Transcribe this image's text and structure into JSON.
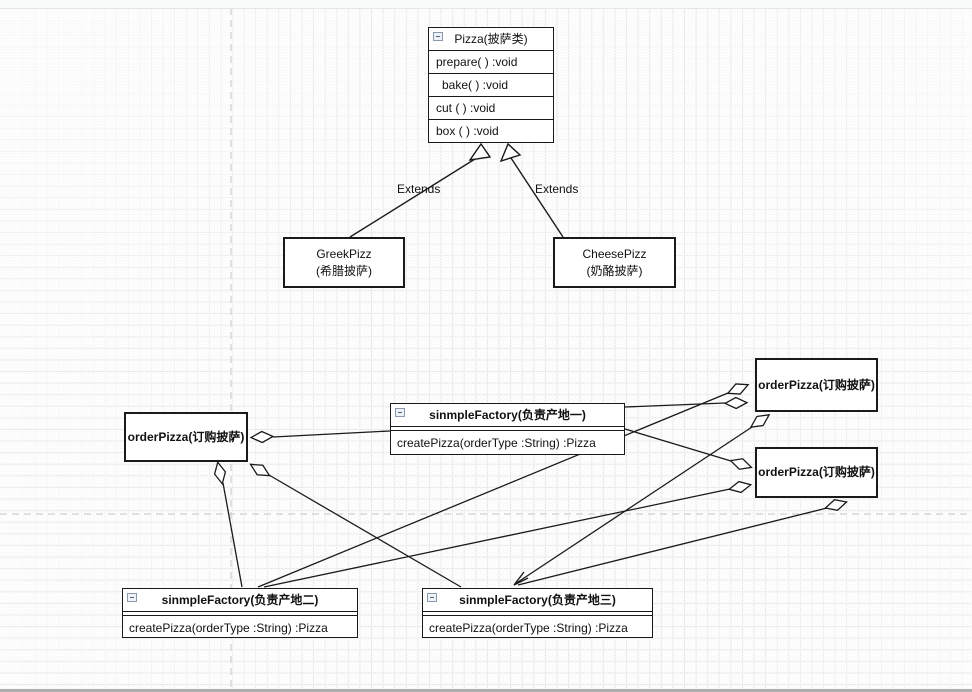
{
  "nodes": {
    "pizza": {
      "title": "Pizza(披萨类)",
      "methods": [
        "prepare( ) :void",
        "bake( )  :void",
        "cut ( ) :void",
        "box ( )  :void"
      ]
    },
    "greek": {
      "name": "GreekPizz",
      "caption": "(希腊披萨)"
    },
    "cheese": {
      "name": "CheesePizz",
      "caption": "(奶酪披萨)"
    },
    "factory1": {
      "title": "sinmpleFactory(负责产地一)",
      "method": "createPizza(orderType :String) :Pizza"
    },
    "factory2": {
      "title": "sinmpleFactory(负责产地二)",
      "method": "createPizza(orderType :String) :Pizza"
    },
    "factory3": {
      "title": "sinmpleFactory(负责产地三)",
      "method": "createPizza(orderType :String) :Pizza"
    },
    "order_left": {
      "label": "orderPizza(订购披萨)"
    },
    "order_top_right": {
      "label": "orderPizza(订购披萨)"
    },
    "order_bottom_right": {
      "label": "orderPizza(订购披萨)"
    }
  },
  "labels": {
    "extends_left": "Extends",
    "extends_right": "Extends"
  },
  "colors": {
    "edge": "#1a1a1a",
    "grid_major": "#e3e3e3",
    "grid_minor": "#fafafa",
    "page_break": "#c6c6c6"
  }
}
